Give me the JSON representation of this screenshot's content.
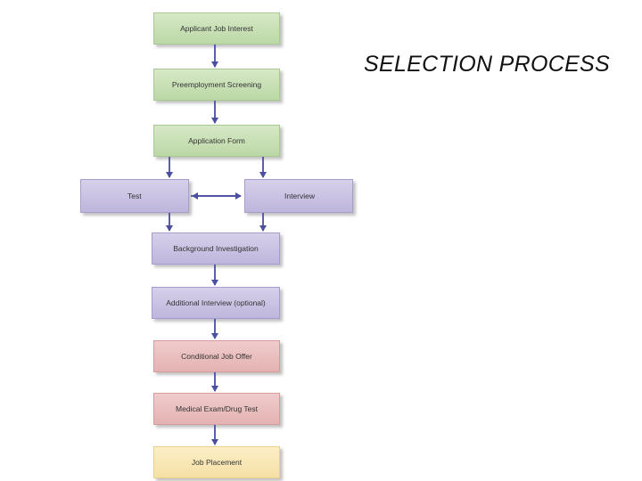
{
  "title": "SELECTION PROCESS",
  "steps": {
    "applicant_job_interest": "Applicant Job Interest",
    "preemployment_screening": "Preemployment Screening",
    "application_form": "Application Form",
    "test": "Test",
    "interview": "Interview",
    "background_investigation": "Background Investigation",
    "additional_interview": "Additional Interview (optional)",
    "conditional_job_offer": "Conditional Job Offer",
    "medical_exam": "Medical Exam/Drug Test",
    "job_placement": "Job Placement"
  },
  "colors": {
    "screening_stage": "#c6ddb2",
    "evaluation_stage": "#c9c1e2",
    "offer_stage": "#e9bcbc",
    "placement_stage": "#f8e6b4",
    "arrow": "#4a4fa0"
  }
}
